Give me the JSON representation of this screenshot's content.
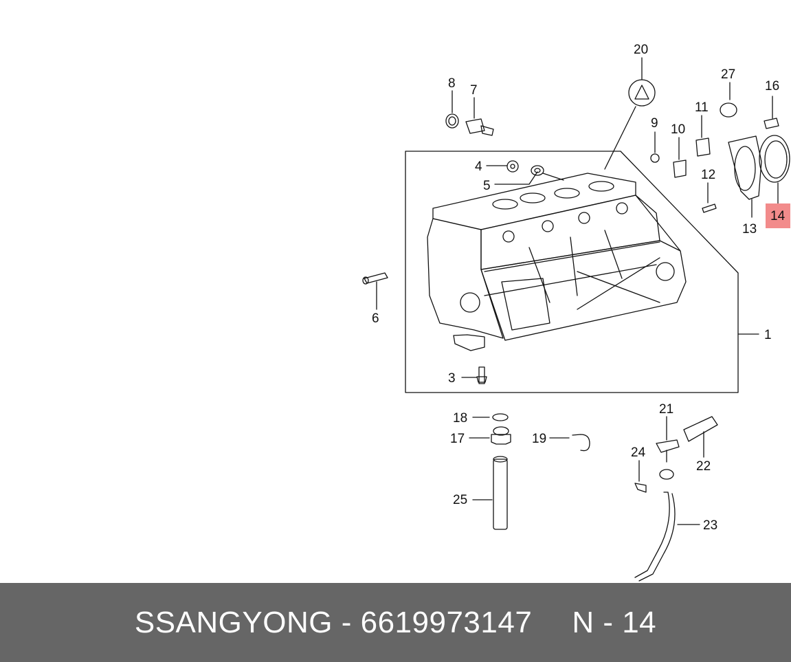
{
  "diagram": {
    "callouts": [
      "1",
      "3",
      "4",
      "5",
      "6",
      "7",
      "8",
      "9",
      "10",
      "11",
      "12",
      "13",
      "14",
      "16",
      "17",
      "18",
      "19",
      "20",
      "21",
      "22",
      "23",
      "24",
      "25",
      "27"
    ],
    "highlighted_callout": "14",
    "highlight_color": "#f28b8b"
  },
  "footer": {
    "brand": "SSANGYONG",
    "separator": "-",
    "part_number": "6619973147",
    "position_label": "N - 14",
    "background": "#666666"
  }
}
